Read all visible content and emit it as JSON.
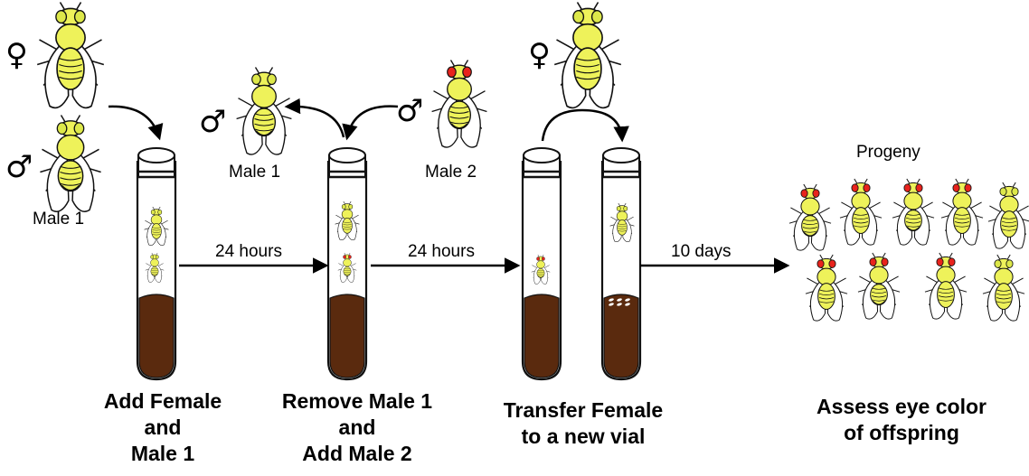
{
  "symbols": {
    "female": "♀",
    "male": "♂"
  },
  "labels": {
    "male1_left": "Male 1",
    "male1_removed": "Male 1",
    "male2": "Male 2",
    "progeny": "Progeny",
    "t1": "24 hours",
    "t2": "24 hours",
    "t3": "10 days"
  },
  "steps": [
    [
      "Add Female",
      "and",
      "Male 1"
    ],
    [
      "Remove Male 1",
      "and",
      "Add Male 2"
    ],
    [
      "Transfer Female",
      "to a new vial"
    ],
    [
      "Assess eye color",
      "of offspring"
    ]
  ],
  "colors": {
    "fly_body": "#eef25a",
    "fly_eye_wild": "#dde84a",
    "fly_eye_red": "#e8231c",
    "food": "#5a2a0e",
    "outline": "#111111"
  }
}
